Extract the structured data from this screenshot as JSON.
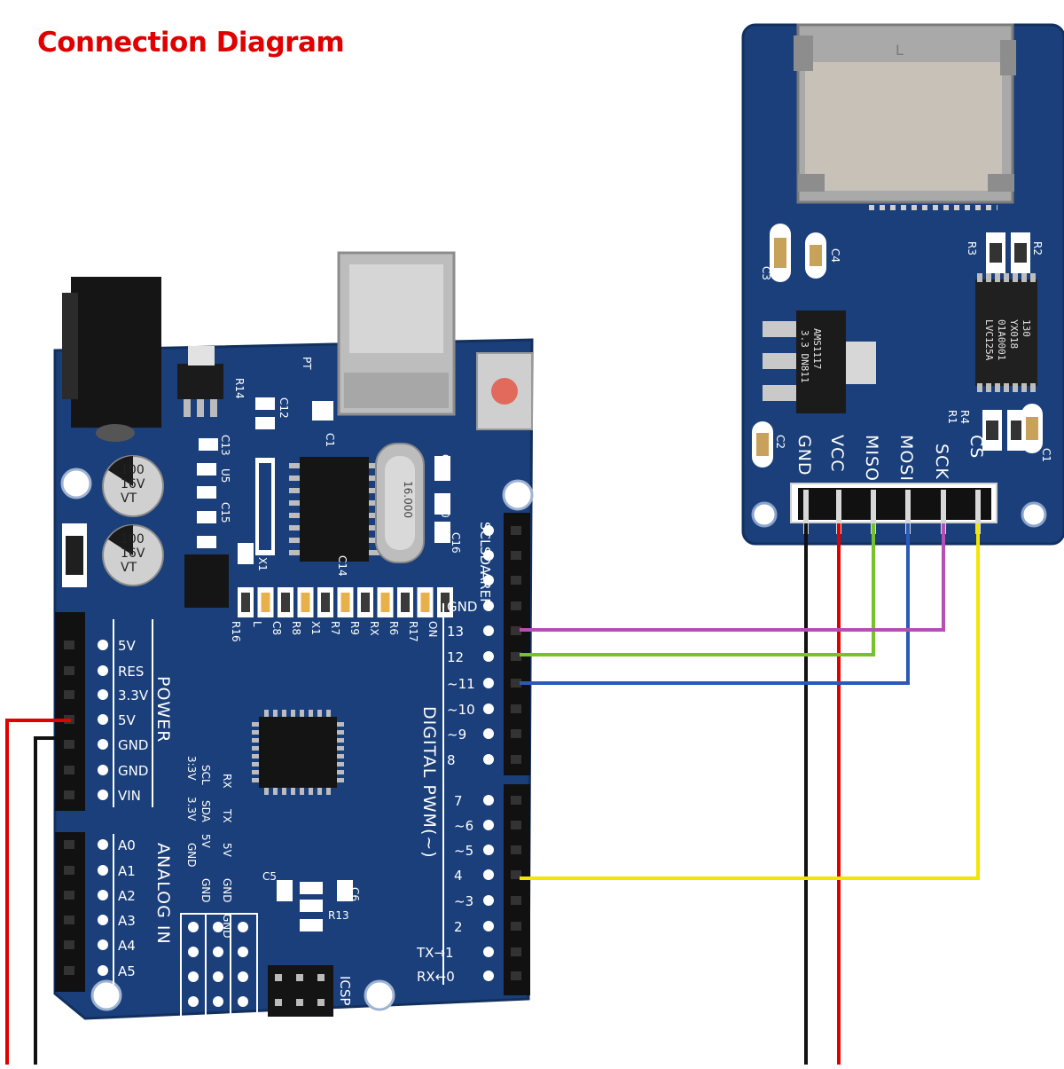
{
  "title": "Connection Diagram",
  "colors": {
    "title": "#e00000",
    "board": "#1a3f7a",
    "board_edge": "#12305e",
    "wire_gnd": "#111111",
    "wire_vcc": "#e00000",
    "wire_miso": "#77c22a",
    "wire_mosi": "#2a59b8",
    "wire_sck": "#b64fb4",
    "wire_cs": "#f2e600"
  },
  "sd_module": {
    "pins": [
      "GND",
      "VCC",
      "MISO",
      "MOSI",
      "SCK",
      "CS"
    ],
    "components": {
      "c1": "C1",
      "c2": "C2",
      "c3": "C3",
      "c4": "C4",
      "r1": "R1",
      "r2": "R2",
      "r3": "R3",
      "r4": "R4"
    },
    "regulator_text": [
      "AMS1117",
      "3.3 DN811"
    ],
    "buffer_text": [
      "LVC125A",
      "01A0001",
      "YX018",
      "130"
    ]
  },
  "arduino": {
    "power_header": [
      "5V",
      "RES",
      "3.3V",
      "5V",
      "GND",
      "GND",
      "VIN"
    ],
    "power_label": "POWER",
    "analog_header": [
      "A0",
      "A1",
      "A2",
      "A3",
      "A4",
      "A5"
    ],
    "analog_label": "ANALOG IN",
    "digital_top": [
      "SCL",
      "SDA",
      "AREF",
      "GND",
      "13",
      "12",
      "~11",
      "~10",
      "~9",
      "8"
    ],
    "digital_bottom": [
      "7",
      "~6",
      "~5",
      "4",
      "~3",
      "2",
      "TX→1",
      "RX←0"
    ],
    "digital_label": "DIGITAL PWM(~)",
    "capacitor_text": [
      "100",
      "16V",
      "VT"
    ],
    "crystal_text": "16.000",
    "icsp_label": "ICSP",
    "components": {
      "r16": "R16",
      "l": "L",
      "c8": "C8",
      "r8": "R8",
      "x1": "X1",
      "r7": "R7",
      "r9": "R9",
      "rx": "RX",
      "r6": "R6",
      "r17": "R17",
      "on": "ON",
      "c5": "C5",
      "c6": "C6",
      "r13": "R13",
      "c12": "C12",
      "r14": "R14",
      "c13": "C13",
      "u5": "U5",
      "c15": "C15",
      "c20": "C20",
      "c16": "C16",
      "c21": "C21",
      "pt": "PT",
      "x1b": "X1",
      "c1": "C1",
      "c14": "C14"
    },
    "side_labels": [
      "RX",
      "TX",
      "SCL",
      "SDA",
      "5V",
      "3:3V",
      "3.3V",
      "GND",
      "5V",
      "GND",
      "GND",
      "GND"
    ]
  }
}
